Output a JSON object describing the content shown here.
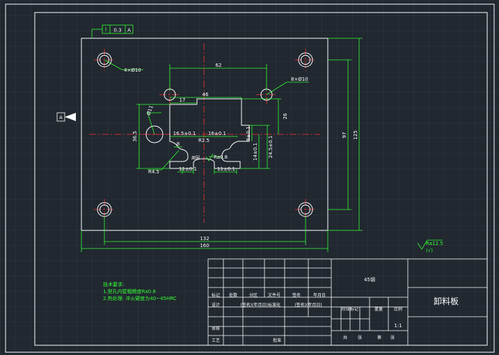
{
  "drawing": {
    "tolerance_frame": {
      "value": "0.3",
      "datum": "A"
    },
    "datum_marker": "A",
    "surface_finish_general": {
      "text": "Ra12.5",
      "note": "(√)"
    },
    "surface_finish_inner": "Ra0.8",
    "inner_label": "周围",
    "hole_labels": {
      "corner": "4×Ø10",
      "side": "8×Ø10",
      "left": "Ø11"
    },
    "dimensions": {
      "d62": "62",
      "d46": "46",
      "d17": "17",
      "d36_5": "36.5",
      "d26": "26",
      "d16_5": "16.5±0.1",
      "d16": "16±0.1",
      "r2_5": "R2.5",
      "d8": "8",
      "d9": "9±0.1",
      "d14": "14±0.1",
      "d24_5": "24.5±0.1",
      "d11a": "11±0.1",
      "d11b": "11±0.1",
      "r4_5": "R4.5",
      "d97": "97",
      "d125": "125",
      "d132": "132",
      "d160": "160"
    }
  },
  "notes": {
    "title": "技术要求:",
    "line1": "1.型孔内壁粗糙度Ra0.8",
    "line2": "2.热处理: 淬火硬度为40~45HRC"
  },
  "title_block": {
    "material": "45钢",
    "part_name": "卸料板",
    "scale": "1:1",
    "labels": {
      "mark": "标记",
      "count": "处数",
      "zone": "分区",
      "doc_no": "文件号",
      "signature": "签名",
      "date": "年月日",
      "design": "设计",
      "sign_date": "(签名)(年月日)",
      "standardize": "标准化",
      "sign_date2": "(签名)(年月日)",
      "stage_mark": "阶段标记",
      "weight": "重量",
      "ratio": "比例",
      "review": "审核",
      "process": "工艺",
      "approve": "批准",
      "total": "共",
      "sheets": "张",
      "page": "第",
      "sheet": "张"
    }
  },
  "colors": {
    "background": "#212830",
    "grid": "#39424c",
    "outline": "#ffffff",
    "dimension": "#33ff33",
    "centerline": "#ff3030"
  }
}
